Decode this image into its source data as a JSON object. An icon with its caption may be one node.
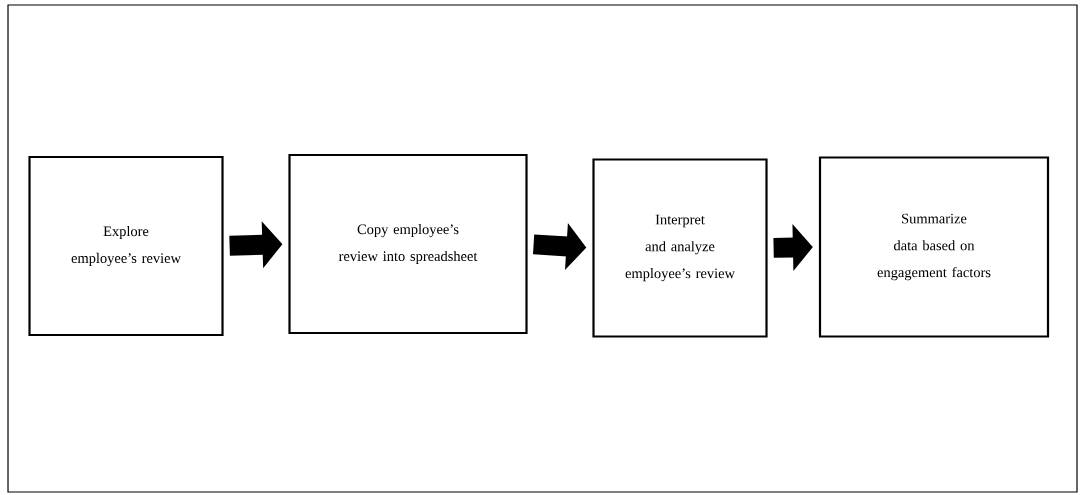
{
  "diagram": {
    "nodes": [
      {
        "text": [
          "Explore employee’s review"
        ]
      },
      {
        "text": [
          "Copy employee’s review into spreadsheet"
        ]
      },
      {
        "text": [
          "Interpret and analyze employee’s review"
        ]
      },
      {
        "text": [
          "Summarize data based on engagement factors"
        ]
      }
    ],
    "edges": [
      {
        "from": 0,
        "to": 1,
        "arrow": "to"
      },
      {
        "from": 1,
        "to": 2,
        "arrow": "to"
      },
      {
        "from": 2,
        "to": 3,
        "arrow": "to"
      }
    ]
  }
}
